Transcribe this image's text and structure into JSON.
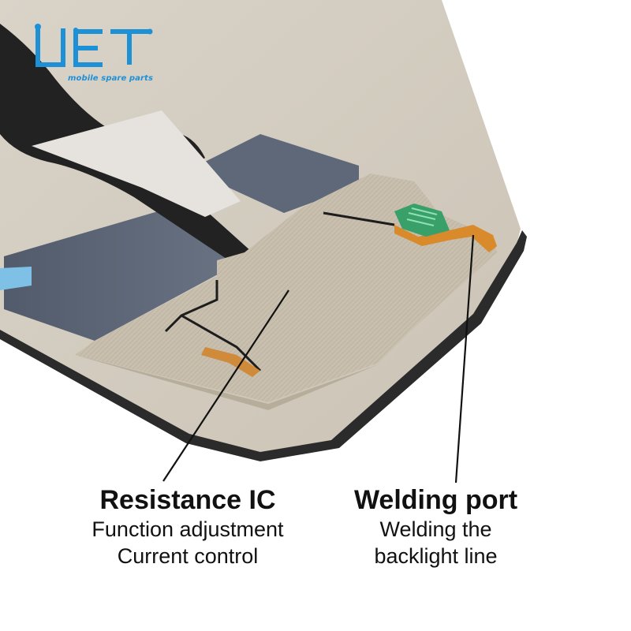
{
  "brand": {
    "logo_text": "UET",
    "tagline": "mobile spare parts",
    "color": "#1e90d6"
  },
  "annotations": {
    "resistance": {
      "title": "Resistance IC",
      "lines": [
        "Function adjustment",
        "Current control"
      ]
    },
    "welding": {
      "title": "Welding port",
      "lines": [
        "Welding the",
        "backlight line"
      ]
    }
  },
  "colors": {
    "shield": "#c9bfae",
    "frame": "#d8d1c6",
    "panel": "#5c6575",
    "bezel": "#2b2b2b",
    "flex": "#222222",
    "fpc": "#d98a2b",
    "pcb": "#3aa06a",
    "tape": "#7fc0e6"
  }
}
